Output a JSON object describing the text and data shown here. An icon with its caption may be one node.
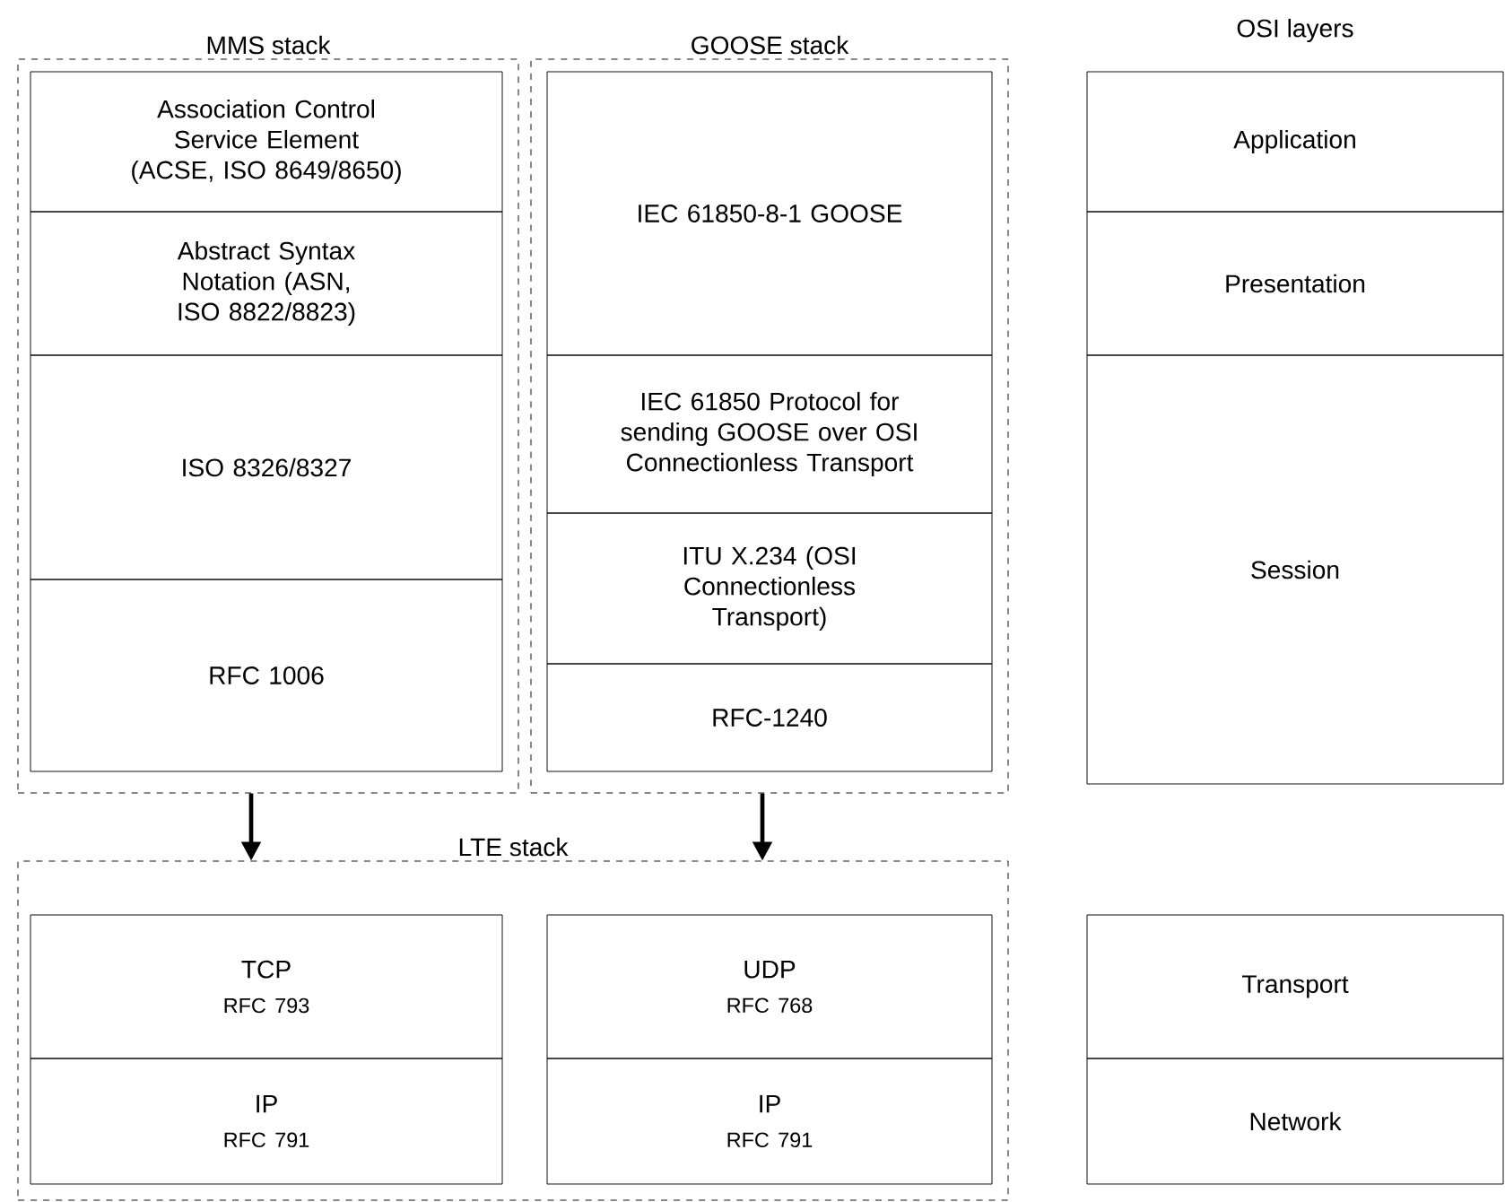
{
  "diagram": {
    "nodes": [
      {
        "text": [
          "MMS stack"
        ]
      },
      {
        "text": [
          "Association Control Service Element (ACSE, ISO 8649/8650)"
        ],
        "in": 0
      },
      {
        "text": [
          "Abstract Syntax Notation (ASN, ISO 8822/8823)"
        ],
        "in": 0
      },
      {
        "text": [
          "ISO 8326/8327"
        ],
        "in": 0
      },
      {
        "text": [
          "RFC 1006"
        ],
        "in": 0
      },
      {
        "text": [
          "GOOSE stack"
        ]
      },
      {
        "text": [
          "IEC 61850-8-1 GOOSE"
        ],
        "in": 5
      },
      {
        "text": [
          "IEC 61850 Protocol for sending GOOSE over OSI Connectionless Transport"
        ],
        "in": 5
      },
      {
        "text": [
          "ITU X.234 (OSI Connectionless Transport)"
        ],
        "in": 5
      },
      {
        "text": [
          "RFC-1240"
        ],
        "in": 5
      },
      {
        "text": [
          "Application"
        ]
      },
      {
        "text": [
          "Presentation"
        ]
      },
      {
        "text": [
          "Session"
        ]
      },
      {
        "text": [
          "LTE stack"
        ]
      },
      {
        "text": [
          "TCP",
          "RFC 793"
        ],
        "in": 13
      },
      {
        "text": [
          "IP",
          "RFC 791"
        ],
        "in": 13
      },
      {
        "text": [
          "UDP",
          "RFC 768"
        ],
        "in": 13
      },
      {
        "text": [
          "IP",
          "RFC 791"
        ],
        "in": 13
      },
      {
        "text": [
          "Transport"
        ]
      },
      {
        "text": [
          "Network"
        ]
      }
    ],
    "edges": [
      {
        "from": 0,
        "to": 13,
        "arrow": "to"
      },
      {
        "from": 5,
        "to": 13,
        "arrow": "to"
      }
    ],
    "labels": [
      "OSI layers"
    ]
  }
}
